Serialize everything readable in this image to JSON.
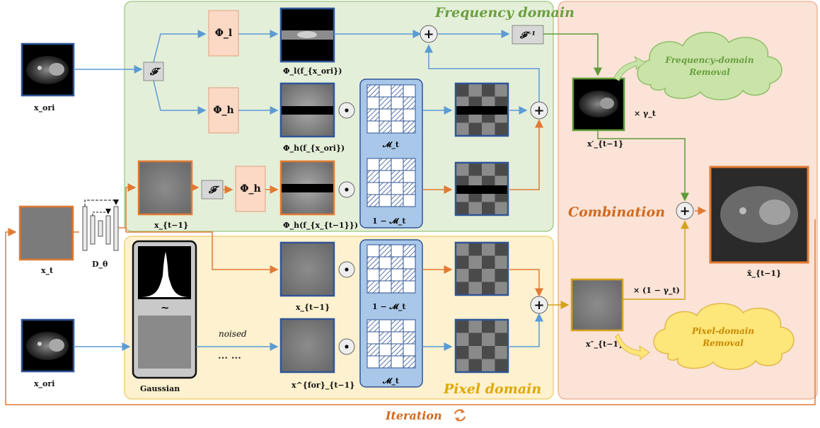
{
  "regions": {
    "frequency_title": "Frequency domain",
    "pixel_title": "Pixel domain",
    "combination_title": "Combination",
    "iteration_label": "Iteration"
  },
  "clouds": {
    "frequency_removal": [
      "Frequency-domain",
      "Removal"
    ],
    "pixel_removal": [
      "Pixel-domain",
      "Removal"
    ]
  },
  "labels": {
    "x_ori_top": "x_ori",
    "x_ori_bottom": "x_ori",
    "x_t": "x_t",
    "d_theta": "D_θ",
    "x_t_minus_1_freq": "x_{t−1}",
    "x_t_minus_1_pix": "x_{t−1}",
    "x_for": "x^{for}_{t−1}",
    "x_prime": "x′_{t−1}",
    "x_double_prime": "x″_{t−1}",
    "x_tilde": "x̃_{t−1}",
    "phi_l_f": "Φ_l(f_{x_ori})",
    "phi_h_f": "Φ_h(f_{x_ori})",
    "phi_h_f_t": "Φ_h(f_{x_{t−1}})",
    "mask_m1": "𝓜_t",
    "mask_1m": "1 − 𝓜_t",
    "mask_1m_pix": "1 − 𝓜_t",
    "mask_m_pix": "𝓜_t",
    "gaussian": "Gaussian",
    "noised": "noised",
    "dots": "⋯   ⋯",
    "gamma": "× γ_t",
    "one_minus_gamma": "× (1 − γ_t)"
  },
  "operators": {
    "fourier": "𝓕",
    "inverse_fourier": "𝓕⁻¹",
    "phi_l": "Φ_l",
    "phi_h": "Φ_h",
    "plus": "+",
    "odot": "⊙"
  },
  "colors": {
    "freq_bg": "#e4efd9",
    "freq_border": "#a9cf8f",
    "pixel_bg": "#fdf1cf",
    "pixel_border": "#f2d27a",
    "combo_bg": "#fbe3d7",
    "combo_border": "#f0b89c",
    "title_orange": "#d2691e",
    "title_green": "#6a9f3f",
    "title_gold": "#e0a800",
    "blue_arrow": "#5b9bd5",
    "orange_arrow": "#e07a33",
    "green_arrow": "#5e9a3a",
    "gold_arrow": "#d6a21e",
    "op_fill": "#d7d7d7",
    "phi_fill": "#fbd9c5",
    "mask_panel": "#a9c7e8",
    "mask_hatch": "#2f5597",
    "cloud_green": "#c9e3a8",
    "cloud_yellow": "#fde67a"
  }
}
